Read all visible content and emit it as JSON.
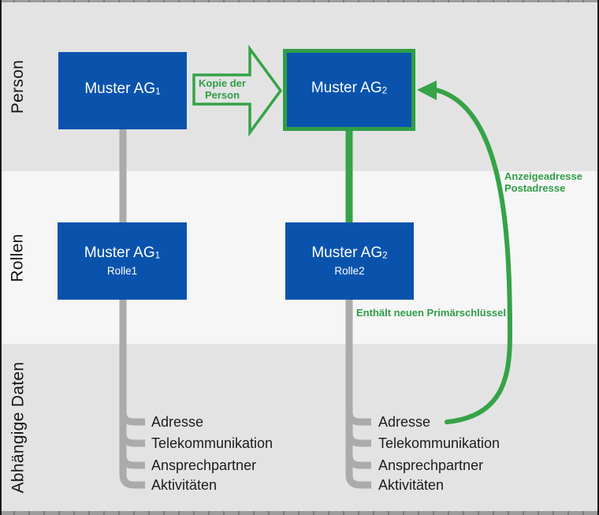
{
  "colors": {
    "box_blue": "#0a53ad",
    "green": "#35a347",
    "green_text": "#2f9e48",
    "gray_connector": "#ababab",
    "band_dark": "#e3e3e3",
    "band_light": "#f6f6f6"
  },
  "bands": {
    "person": {
      "label": "Person"
    },
    "rollen": {
      "label": "Rollen"
    },
    "dependent": {
      "label": "Abhängige Daten"
    }
  },
  "person_row": {
    "box1": {
      "title": "Muster AG",
      "sub": "1"
    },
    "box2": {
      "title": "Muster AG",
      "sub": "2"
    },
    "copy_arrow": {
      "line1": "Kopie der",
      "line2": "Person"
    }
  },
  "rollen_row": {
    "box1": {
      "title": "Muster AG",
      "sub": "1",
      "role": "Rolle1"
    },
    "box2": {
      "title": "Muster AG",
      "sub": "2",
      "role": "Rolle2"
    },
    "primary_key_note": "Enthält neuen Primärschlüssel"
  },
  "dependent_row": {
    "left_items": [
      "Adresse",
      "Telekommunikation",
      "Ansprechpartner",
      "Aktivitäten"
    ],
    "right_items": [
      "Adresse",
      "Telekommunikation",
      "Ansprechpartner",
      "Aktivitäten"
    ],
    "address_link": {
      "line1": "Anzeigeadresse",
      "line2": "Postadresse"
    }
  }
}
